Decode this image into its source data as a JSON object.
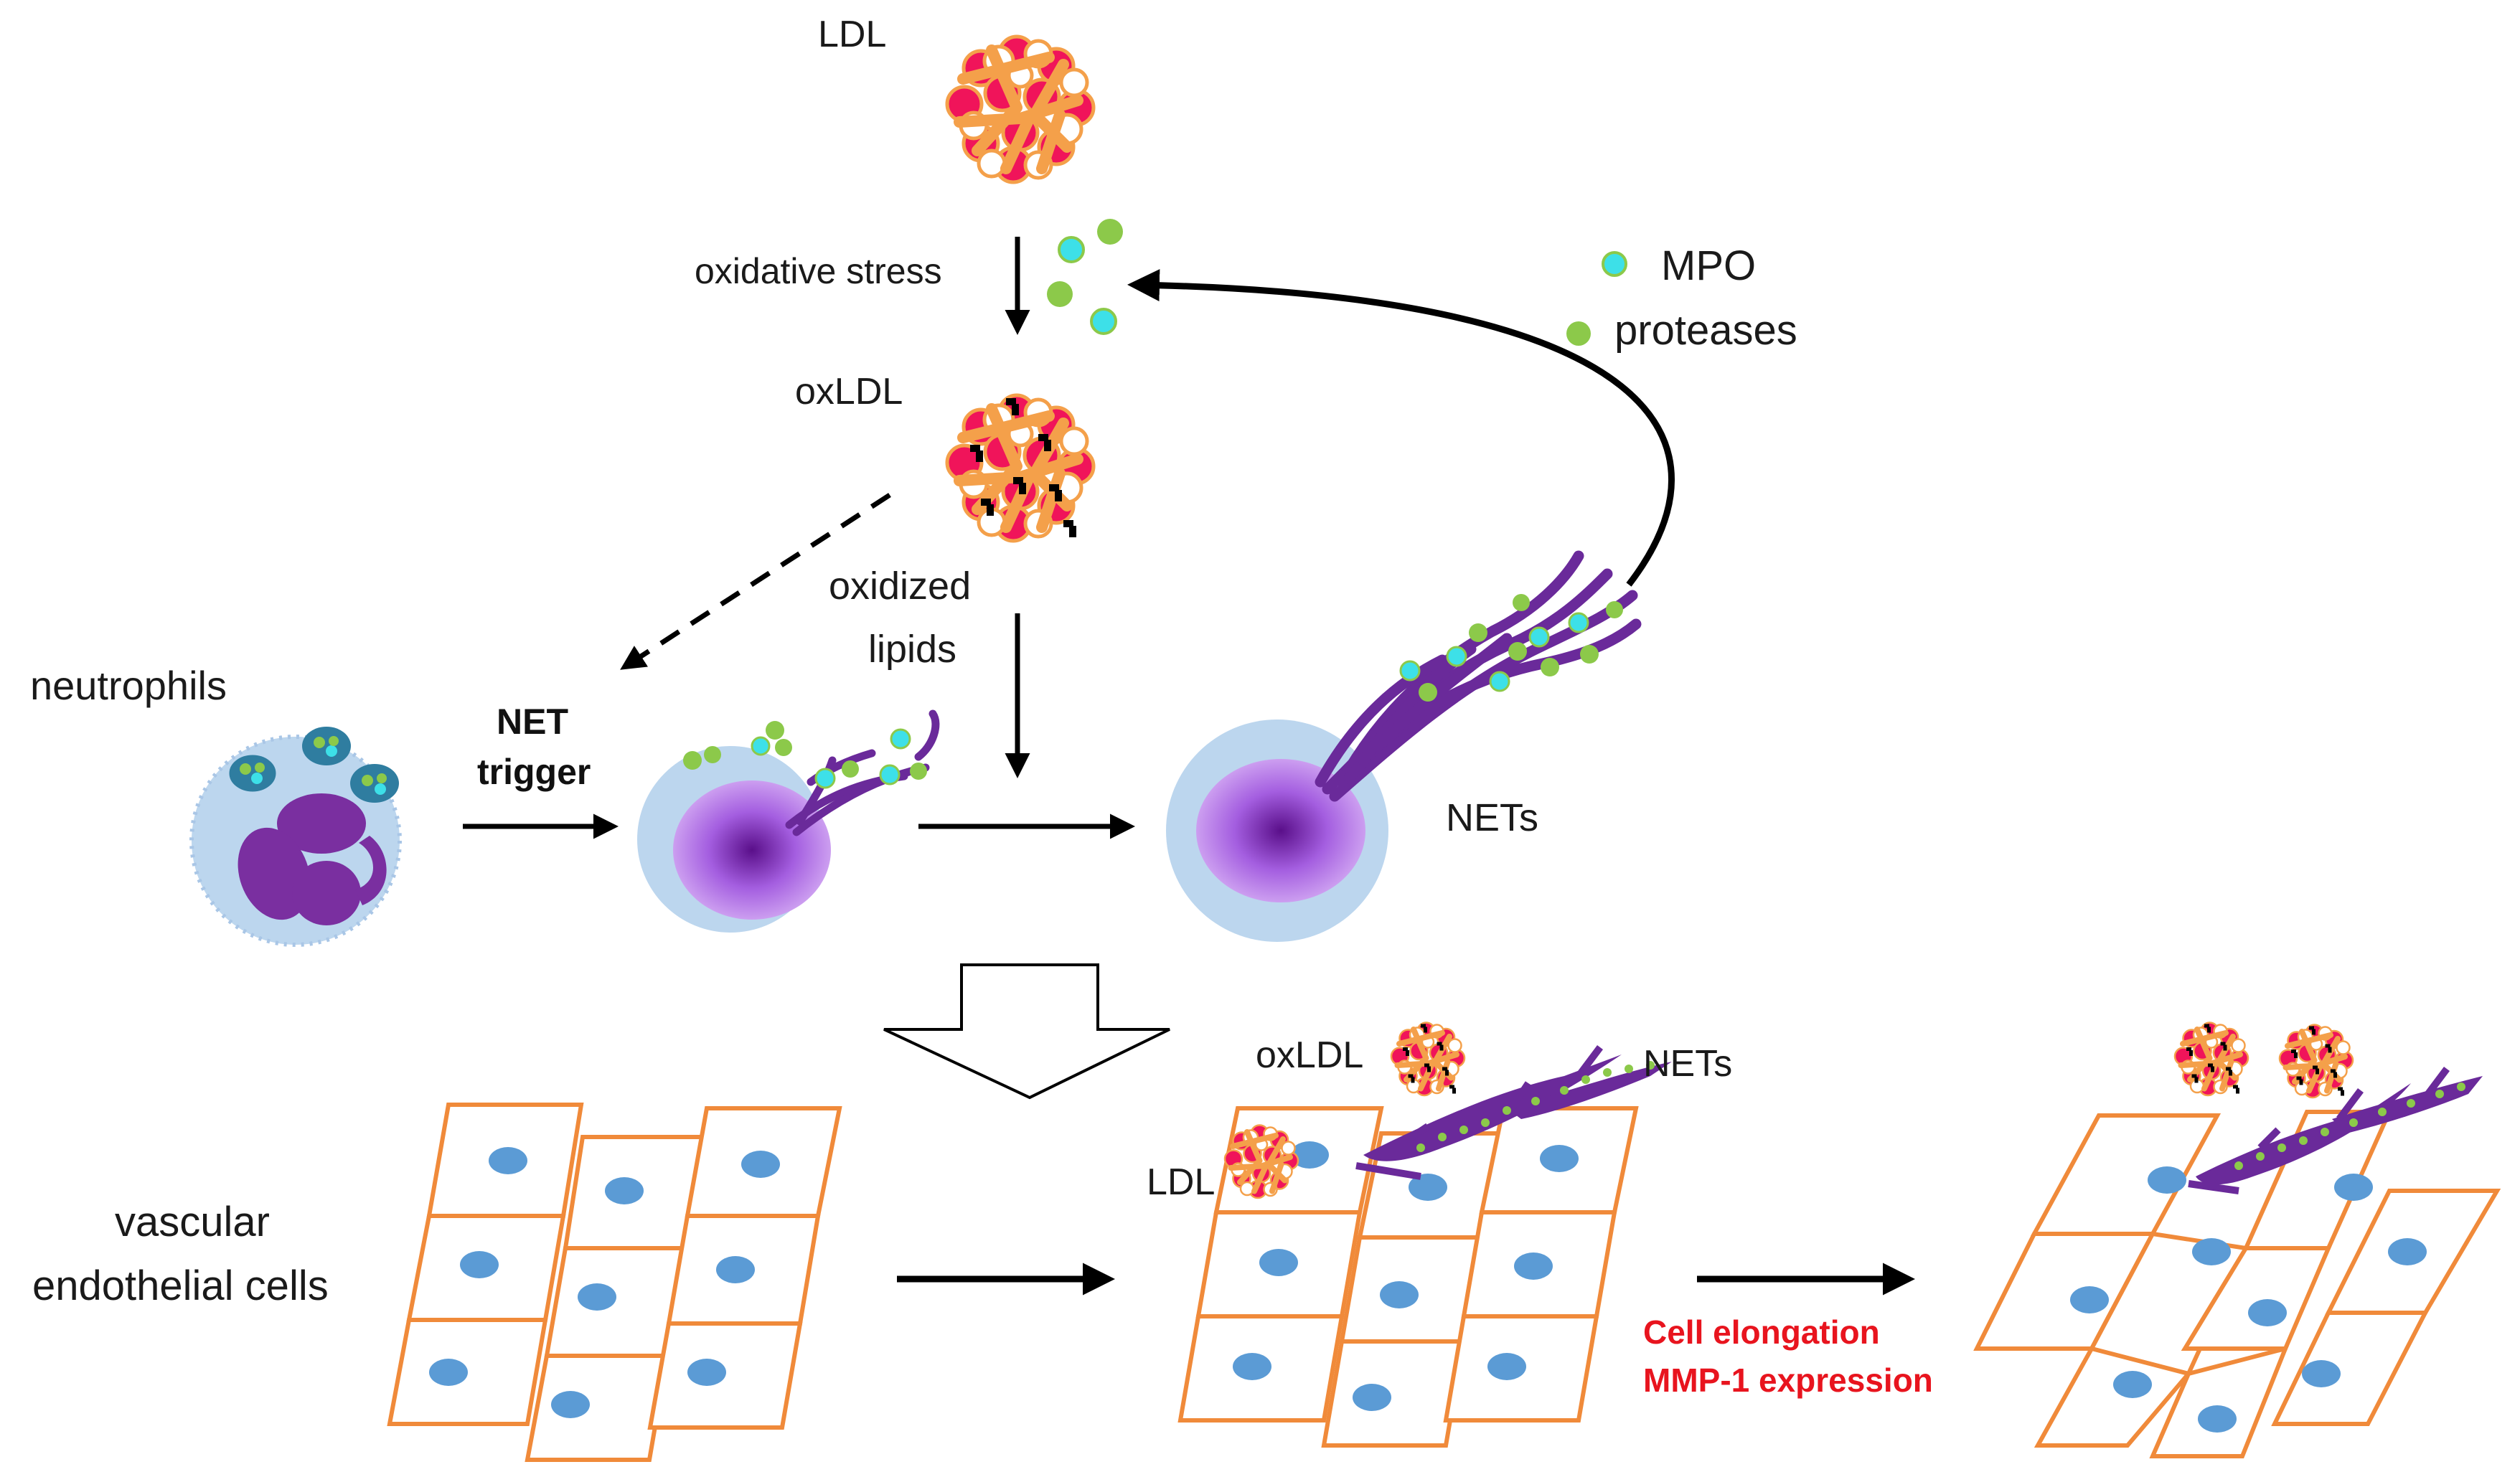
{
  "labels": {
    "ldl_top": "LDL",
    "oxidative_stress": "oxidative stress",
    "oxldl_mid": "oxLDL",
    "mpo": "MPO",
    "proteases": "proteases",
    "oxidized": "oxidized",
    "lipids": "lipids",
    "neutrophils": "neutrophils",
    "net": "NET",
    "trigger": "trigger",
    "nets_right": "NETs",
    "vascular": "vascular",
    "endothelial": "endothelial cells",
    "oxldl_bottom": "oxLDL",
    "nets_bottom": "NETs",
    "ldl_bottom": "LDL",
    "cell_elongation": "Cell elongation",
    "mmp1": "MMP-1 expression"
  },
  "colors": {
    "ldl_pink": "#f0145a",
    "ldl_orange": "#f4a04a",
    "cell_blue": "#bcd6ee",
    "nucleus_purple": "#7a2fa0",
    "net_purple": "#6a2a9a",
    "mpo_cyan": "#3de0e8",
    "protease_green": "#8cc94a",
    "endothelial_border": "#f08a3a",
    "endothelial_nucleus": "#5b9bd5",
    "highlight_red": "#e8141e"
  }
}
